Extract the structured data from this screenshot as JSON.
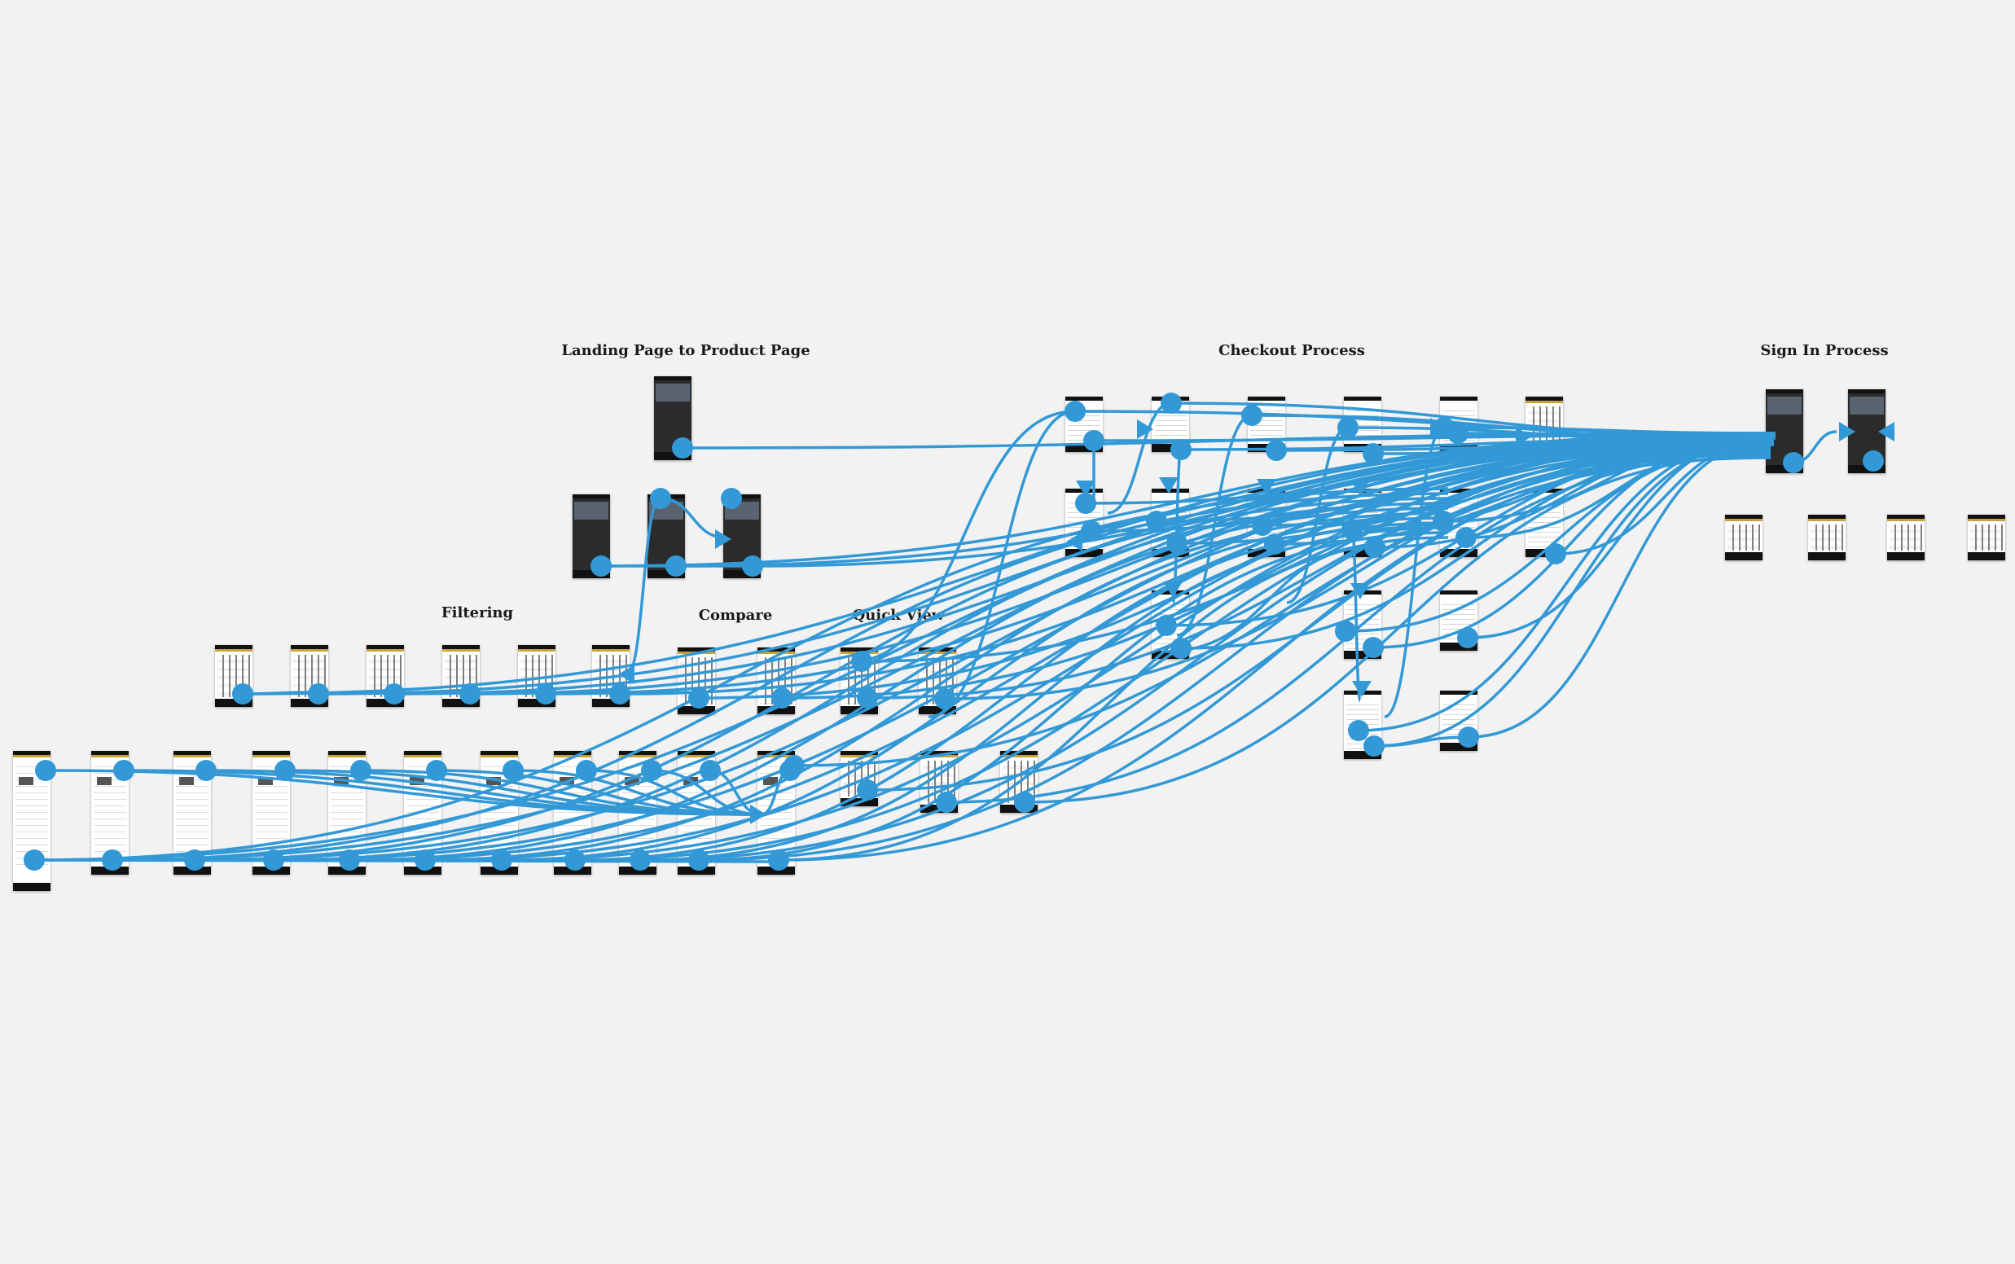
{
  "sections": [
    {
      "id": "landing",
      "title": "Landing Page to Product Page"
    },
    {
      "id": "checkout",
      "title": "Checkout Process"
    },
    {
      "id": "signin",
      "title": "Sign In Process"
    },
    {
      "id": "filtering",
      "title": "Filtering"
    },
    {
      "id": "compare",
      "title": "Compare"
    },
    {
      "id": "quickview",
      "title": "Quick View"
    }
  ],
  "colors": {
    "background": "#f2f2f2",
    "connector": "#3399d6",
    "title": "#1a1a1a"
  },
  "connector_count": 120
}
